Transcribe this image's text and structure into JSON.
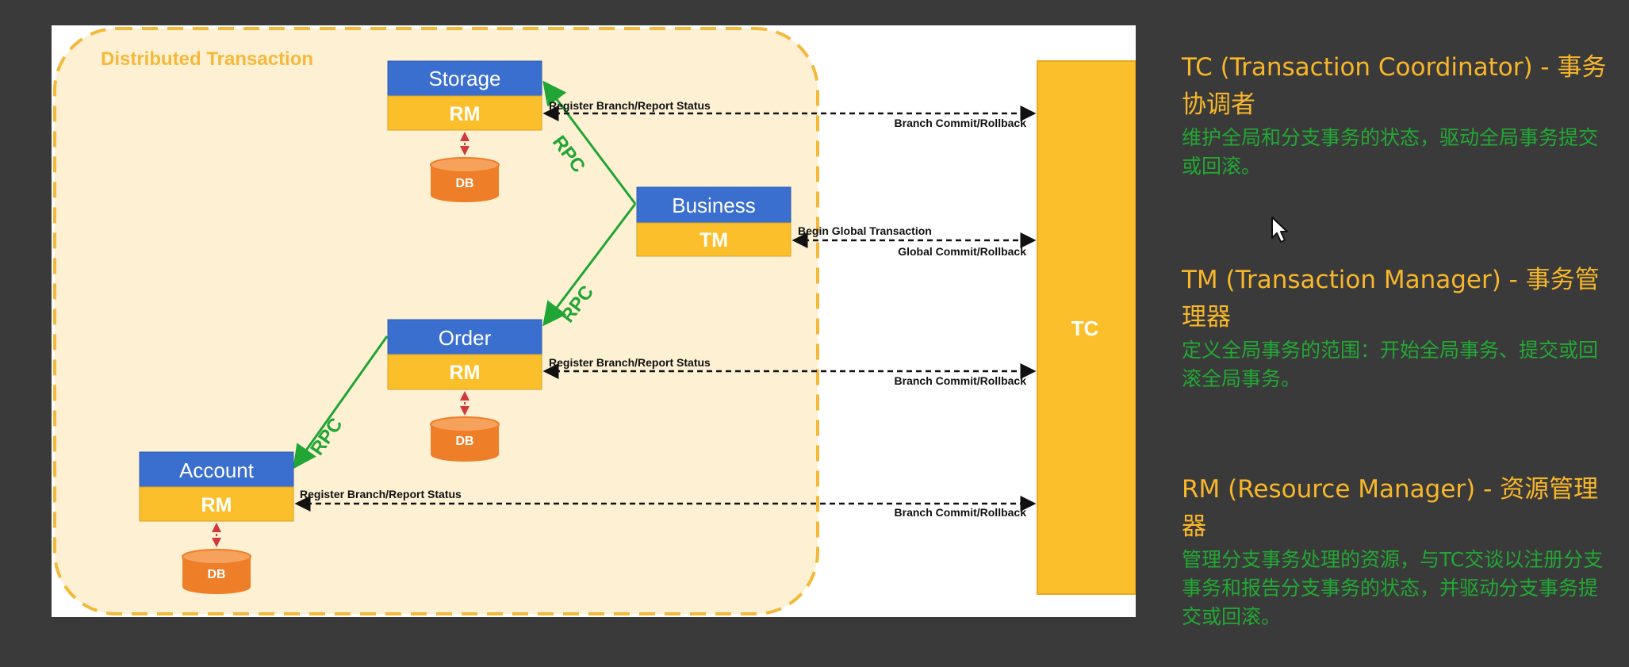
{
  "diagram": {
    "title": "Distributed Transaction",
    "nodes": {
      "storage": {
        "name": "Storage",
        "role": "RM",
        "db": "DB"
      },
      "business": {
        "name": "Business",
        "role": "TM"
      },
      "order": {
        "name": "Order",
        "role": "RM",
        "db": "DB"
      },
      "account": {
        "name": "Account",
        "role": "RM",
        "db": "DB"
      },
      "tc": {
        "name": "TC"
      }
    },
    "rpc_label": "RPC",
    "arrows": {
      "register": "Register Branch/Report Status",
      "branch": "Branch Commit/Rollback",
      "begin": "Begin Global Transaction",
      "global": "Global Commit/Rollback"
    },
    "colors": {
      "blue": "#3a6fcf",
      "yellow": "#fbbf2b",
      "orange_db": "#ee7e28",
      "green": "#21a534",
      "region_fill": "#fdf0d3",
      "region_border": "#f4b93a"
    }
  },
  "legend": [
    {
      "title": "TC (Transaction Coordinator) - 事务协调者",
      "desc": "维护全局和分支事务的状态，驱动全局事务提交或回滚。"
    },
    {
      "title": "TM (Transaction Manager) - 事务管理器",
      "desc": "定义全局事务的范围：开始全局事务、提交或回滚全局事务。"
    },
    {
      "title": "RM (Resource Manager) - 资源管理器",
      "desc": "管理分支事务处理的资源，与TC交谈以注册分支事务和报告分支事务的状态，并驱动分支事务提交或回滚。"
    }
  ]
}
